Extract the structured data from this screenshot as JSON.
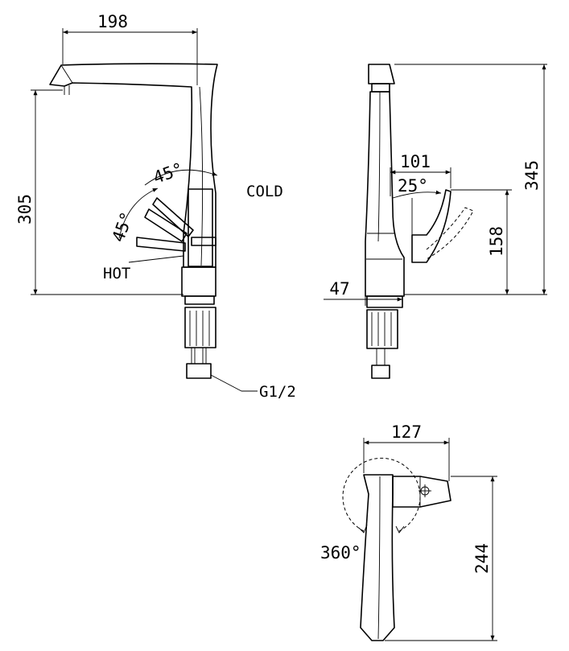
{
  "front_view": {
    "dims": {
      "width": "198",
      "height": "305"
    },
    "labels": {
      "cold": "COLD",
      "hot": "HOT",
      "thread": "G1/2"
    },
    "angles": {
      "upper": "45°",
      "lower": "45°"
    }
  },
  "side_view": {
    "dims": {
      "total_height": "345",
      "reach": "101",
      "handle_height": "158",
      "base": "47"
    },
    "angles": {
      "handle": "25°"
    }
  },
  "top_view": {
    "dims": {
      "width": "127",
      "length": "244"
    },
    "angles": {
      "rotation": "360°"
    }
  }
}
